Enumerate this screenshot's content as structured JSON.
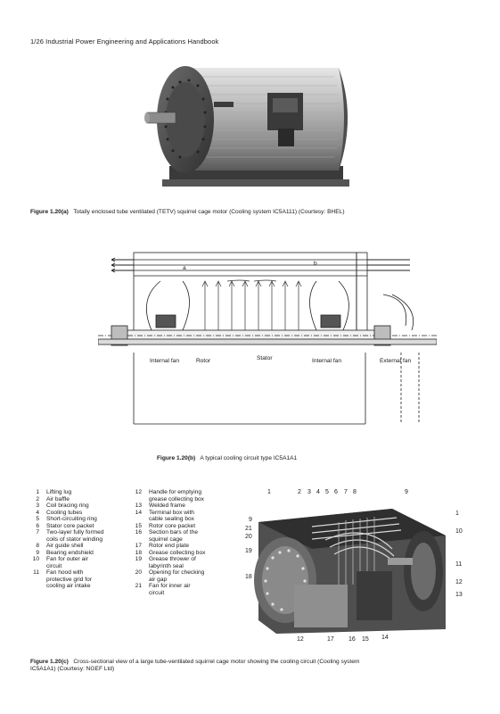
{
  "page": {
    "header": "1/26  Industrial Power Engineering and Applications Handbook"
  },
  "figures": {
    "a": {
      "label": "Figure 1.20(a)",
      "caption": "Totally enclosed tube ventilated (TETV) squirrel cage motor (Cooling system IC5A111) (Courtesy: BHEL)"
    },
    "b": {
      "label": "Figure 1.20(b)",
      "caption": "A typical cooling circuit type IC5A1A1",
      "labels": {
        "internal_fan_left": "Internal fan",
        "rotor": "Rotor",
        "stator": "Stator",
        "internal_fan_right": "Internal fan",
        "external_fan": "External fan",
        "a": "a",
        "b": "b"
      }
    },
    "c": {
      "label": "Figure 1.20(c)",
      "caption_line1": "Cross-sectional view of a large tube-ventilated squirrel cage motor showing the cooling circuit (Cooling system",
      "caption_line2": "IC5A1A1) (Courtesy: NGEF Ltd)",
      "legend_left": [
        {
          "n": "1",
          "lines": [
            "Lifting lug"
          ]
        },
        {
          "n": "2",
          "lines": [
            "Air baffle"
          ]
        },
        {
          "n": "3",
          "lines": [
            "Coil bracing ring"
          ]
        },
        {
          "n": "4",
          "lines": [
            "Cooling tubes"
          ]
        },
        {
          "n": "5",
          "lines": [
            "Short-circuiting ring"
          ]
        },
        {
          "n": "6",
          "lines": [
            "Stator core packet"
          ]
        },
        {
          "n": "7",
          "lines": [
            "Two-layer fully formed",
            "coils of stator winding"
          ]
        },
        {
          "n": "8",
          "lines": [
            "Air guide shell"
          ]
        },
        {
          "n": "9",
          "lines": [
            "Bearing endshield"
          ]
        },
        {
          "n": "10",
          "lines": [
            "Fan for outer air",
            "circuit"
          ]
        },
        {
          "n": "11",
          "lines": [
            "Fan hood with",
            "protective grid for",
            "cooling air intake"
          ]
        }
      ],
      "legend_right": [
        {
          "n": "12",
          "lines": [
            "Handle for emptying",
            "grease collecting box"
          ]
        },
        {
          "n": "13",
          "lines": [
            "Welded frame"
          ]
        },
        {
          "n": "14",
          "lines": [
            "Terminal box with",
            "cable sealing box"
          ]
        },
        {
          "n": "15",
          "lines": [
            "Rotor core packet"
          ]
        },
        {
          "n": "16",
          "lines": [
            "Section bars of the",
            "squirrel cage"
          ]
        },
        {
          "n": "17",
          "lines": [
            "Rotor end plate"
          ]
        },
        {
          "n": "18",
          "lines": [
            "Grease collecting box"
          ]
        },
        {
          "n": "19",
          "lines": [
            "Grease thrower of",
            "labyrinth seal"
          ]
        },
        {
          "n": "20",
          "lines": [
            "Opening for checking",
            "air gap"
          ]
        },
        {
          "n": "21",
          "lines": [
            "Fan for inner air",
            "circuit"
          ]
        }
      ],
      "callouts": {
        "top": [
          "1",
          "2",
          "3",
          "4",
          "5",
          "6",
          "7",
          "8",
          "9"
        ],
        "left": [
          "9",
          "21",
          "20",
          "19",
          "18"
        ],
        "right": [
          "1",
          "10",
          "11",
          "12",
          "13"
        ],
        "bottom": [
          "12",
          "17",
          "16",
          "15",
          "14"
        ]
      }
    }
  }
}
